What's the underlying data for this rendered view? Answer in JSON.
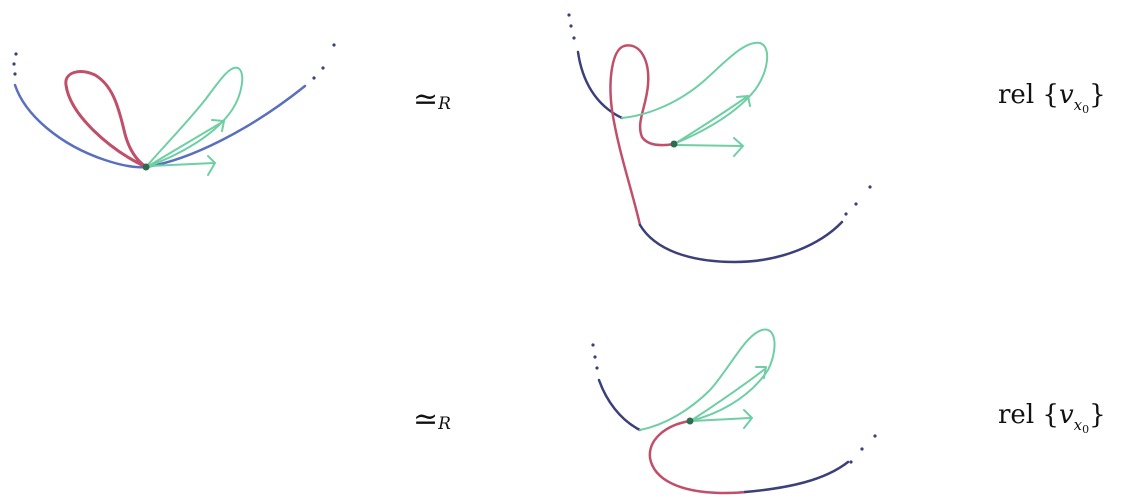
{
  "rows": [
    {
      "relation_symbol": "≃",
      "relation_subscript": "R",
      "rel_word": "rel",
      "rel_open": "{",
      "rel_var": "v",
      "rel_sub_var": "x",
      "rel_sub_sub": "0",
      "rel_close": "}"
    },
    {
      "relation_symbol": "≃",
      "relation_subscript": "R",
      "rel_word": "rel",
      "rel_open": "{",
      "rel_var": "v",
      "rel_sub_var": "x",
      "rel_sub_sub": "0",
      "rel_close": "}"
    }
  ],
  "colors": {
    "curve_blue": "#5b6fbf",
    "curve_dark": "#3b3f7a",
    "loop_red": "#c0506a",
    "loop_green": "#6fcfa4",
    "basepoint": "#2f6b4f"
  }
}
